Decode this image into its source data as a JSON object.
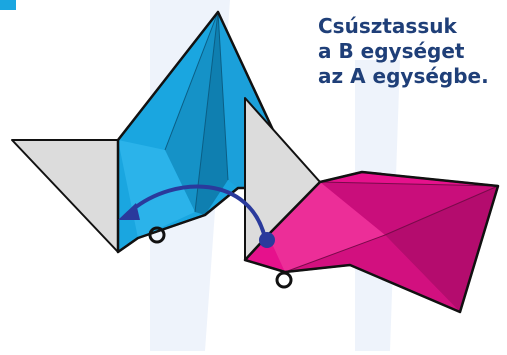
{
  "instruction": {
    "line1": "Csúsztassuk",
    "line2": "a B egységet",
    "line3": "az A egységbe."
  },
  "colors": {
    "accent_blue": "#1aa6e0",
    "accent_magenta": "#e6118c",
    "fold_gray": "#dcdcdc",
    "arrow_navy": "#2a3a9c",
    "text_navy": "#1f3f78",
    "watermark": "#e9eef8"
  }
}
